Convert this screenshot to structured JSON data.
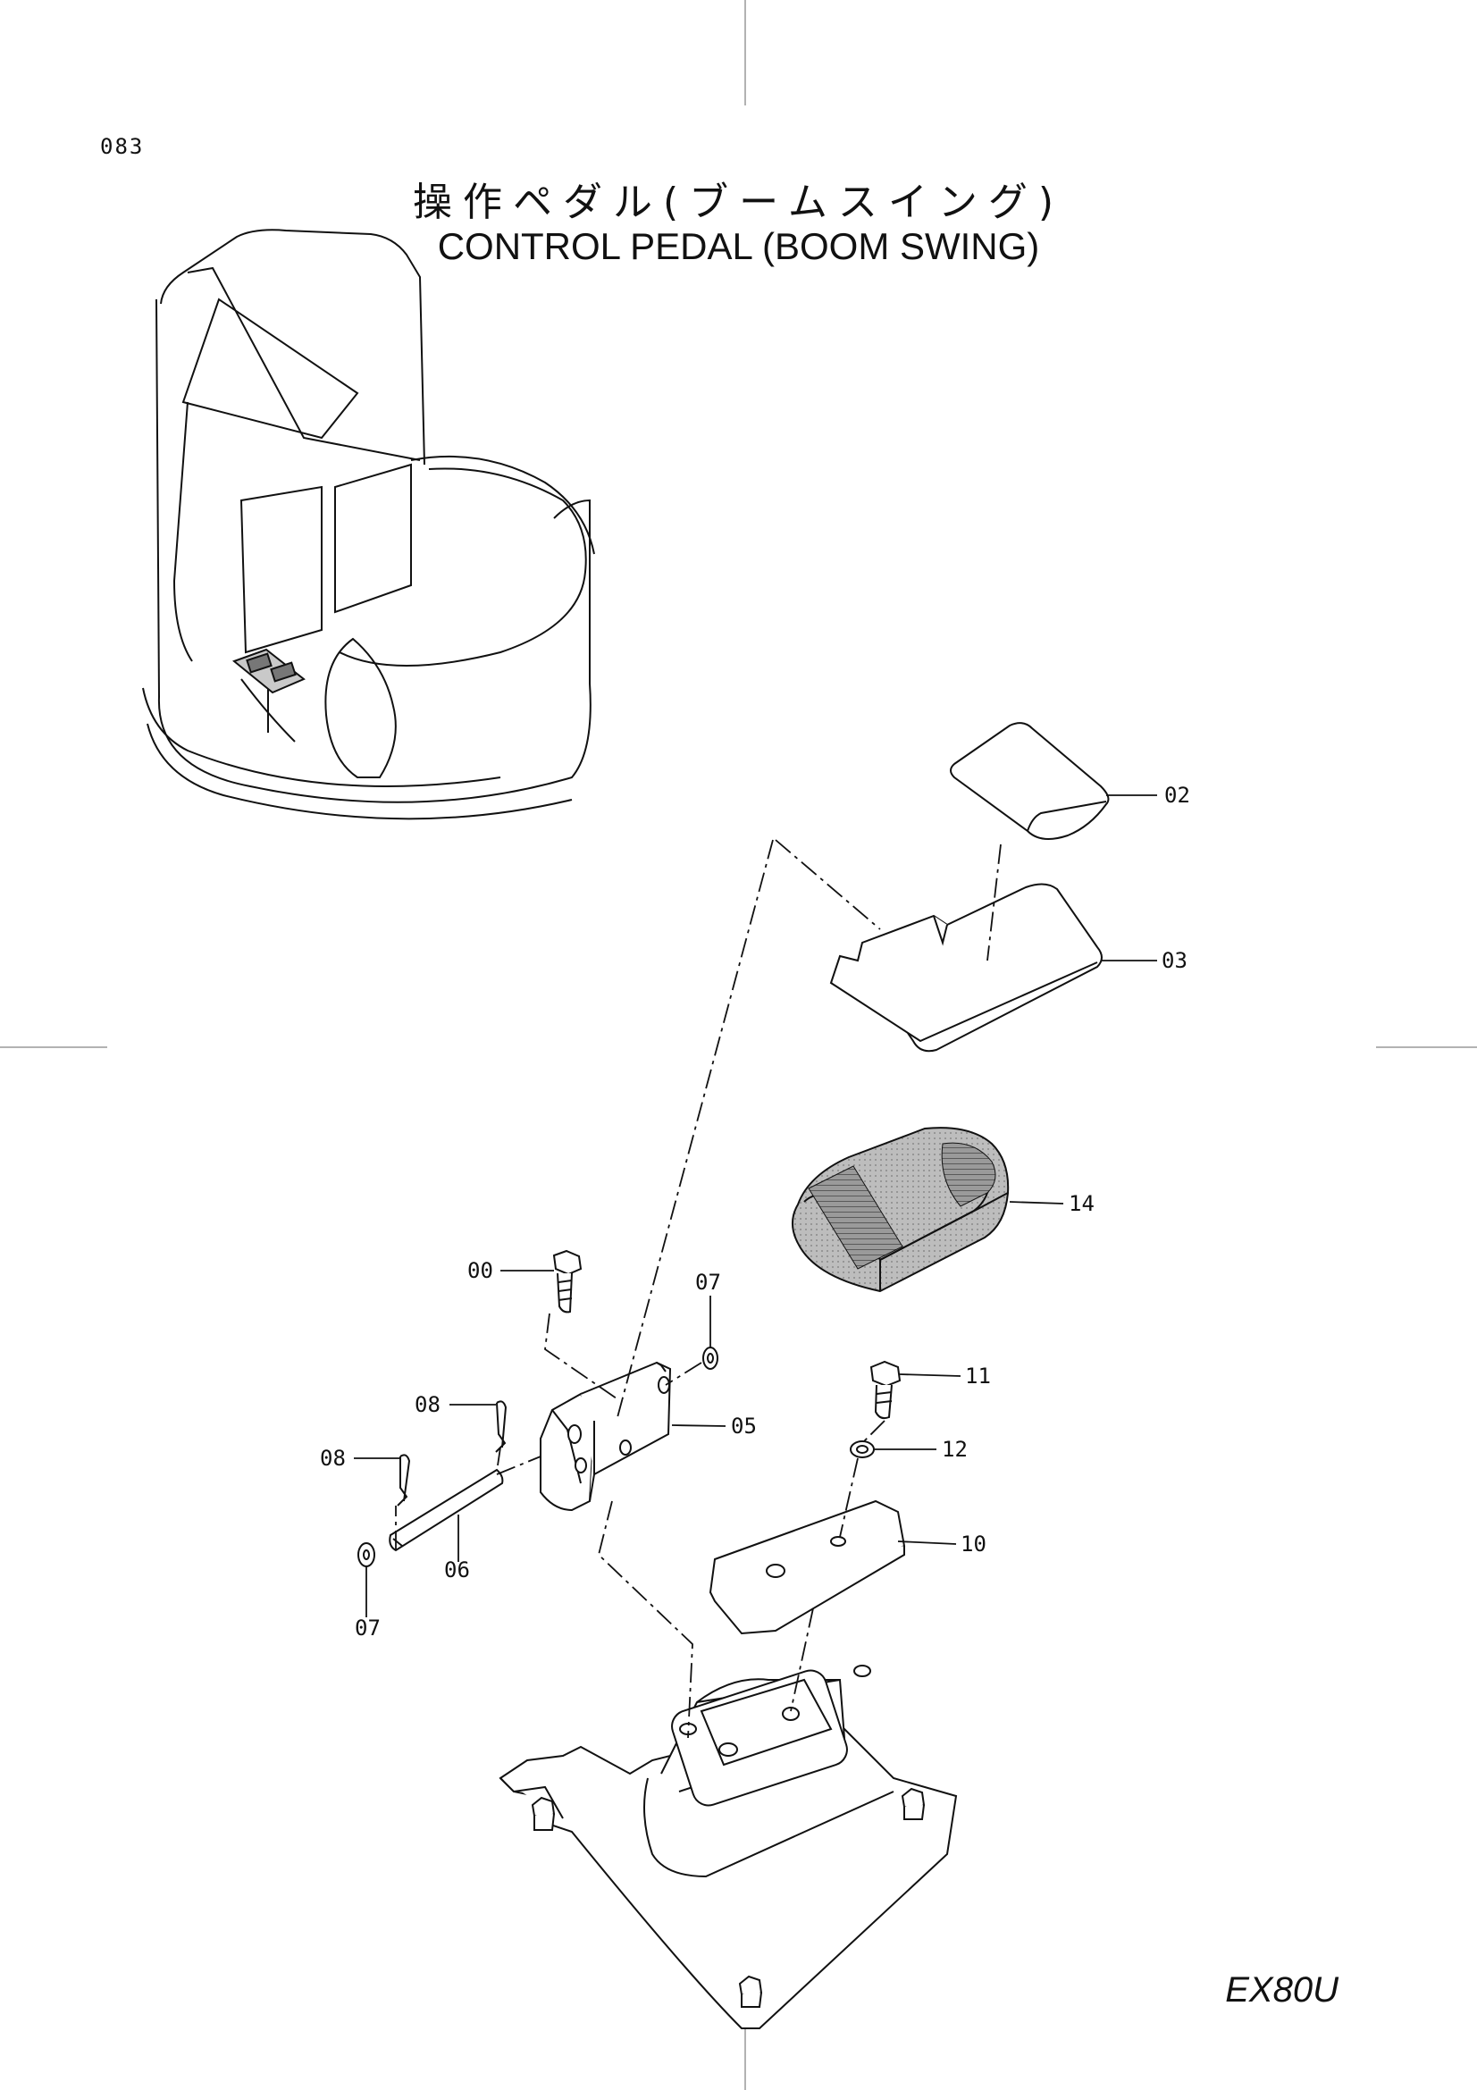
{
  "page": {
    "number": "083"
  },
  "title": {
    "japanese": "操作ペダル(ブームスイング)",
    "english": "CONTROL  PEDAL (BOOM SWING)"
  },
  "model": "EX80U",
  "parts": [
    {
      "id": "p00",
      "label": "00",
      "name": "bolt"
    },
    {
      "id": "p02",
      "label": "02",
      "name": "pedal-pad"
    },
    {
      "id": "p03",
      "label": "03",
      "name": "pedal-plate"
    },
    {
      "id": "p05",
      "label": "05",
      "name": "bracket"
    },
    {
      "id": "p06",
      "label": "06",
      "name": "pin"
    },
    {
      "id": "p07a",
      "label": "07",
      "name": "washer"
    },
    {
      "id": "p07b",
      "label": "07",
      "name": "washer"
    },
    {
      "id": "p08a",
      "label": "08",
      "name": "snap-pin"
    },
    {
      "id": "p08b",
      "label": "08",
      "name": "snap-pin"
    },
    {
      "id": "p10",
      "label": "10",
      "name": "plate"
    },
    {
      "id": "p11",
      "label": "11",
      "name": "bolt"
    },
    {
      "id": "p12",
      "label": "12",
      "name": "washer"
    },
    {
      "id": "p14",
      "label": "14",
      "name": "rubber-cover"
    }
  ]
}
